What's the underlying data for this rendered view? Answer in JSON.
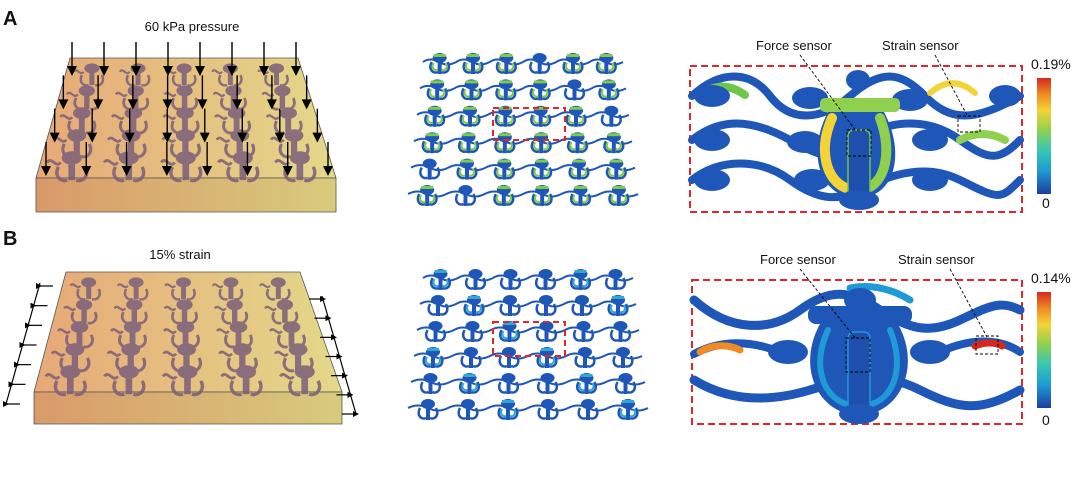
{
  "panels": [
    {
      "letter": "A",
      "caption": "60 kPa pressure",
      "annotations": {
        "force": "Force sensor",
        "strain": "Strain sensor"
      },
      "colorbar": {
        "max": "0.19%",
        "min": "0"
      }
    },
    {
      "letter": "B",
      "caption": "15% strain",
      "annotations": {
        "force": "Force sensor",
        "strain": "Strain sensor"
      },
      "colorbar": {
        "max": "0.14%",
        "min": "0"
      }
    }
  ],
  "colors": {
    "highlight_box": "#e0262b",
    "mesh_blue": "#1f57b8",
    "mesh_green": "#6fc64a",
    "block_left": "#e7a877",
    "block_right": "#e4d98a",
    "colorbar": [
      "#1d3fa0",
      "#1f9ad6",
      "#39c8b0",
      "#8fd14f",
      "#f3d335",
      "#f08a24",
      "#d7281f"
    ]
  }
}
